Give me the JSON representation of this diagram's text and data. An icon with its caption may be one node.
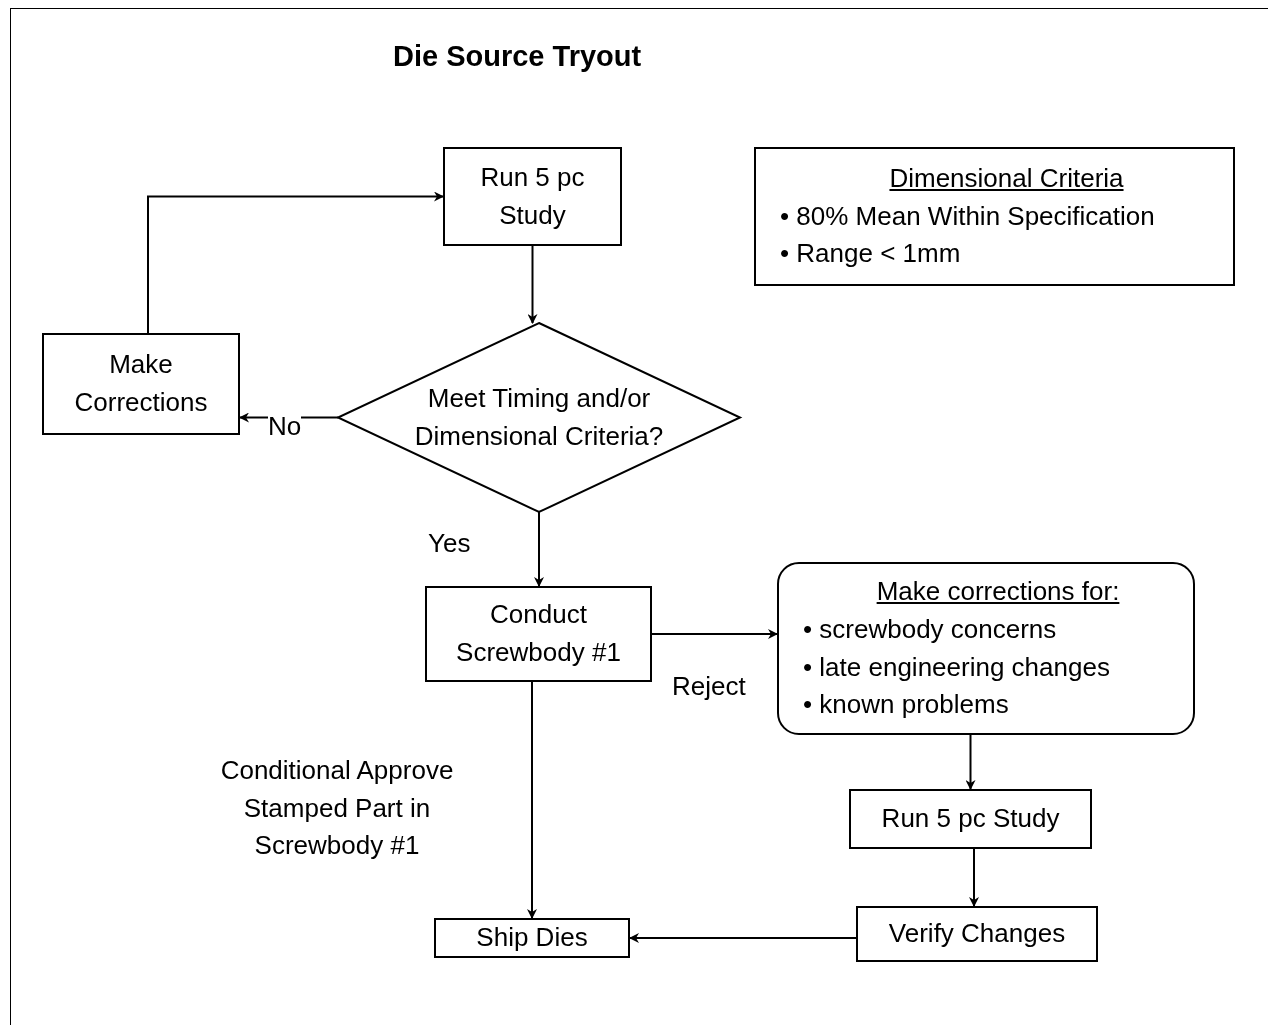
{
  "diagram": {
    "title": "Die Source Tryout",
    "nodes": [
      {
        "text": [
          "Run 5 pc Study"
        ]
      },
      {
        "text": [
          "Dimensional Criteria",
          "• 80% Mean Within Specification",
          "• Range < 1mm"
        ]
      },
      {
        "text": [
          "Meet Timing and/or Dimensional Criteria?"
        ]
      },
      {
        "text": [
          "Make Corrections"
        ]
      },
      {
        "text": [
          "Conduct Screwbody #1"
        ]
      },
      {
        "text": [
          "Make corrections for:",
          "• screwbody  concerns",
          "• late engineering changes",
          "• known problems"
        ]
      },
      {
        "text": [
          "Run 5 pc Study"
        ]
      },
      {
        "text": [
          "Verify Changes"
        ]
      },
      {
        "text": [
          "Ship Dies"
        ]
      }
    ],
    "edges": [
      {
        "from": 0,
        "to": 2,
        "arrow": "to"
      },
      {
        "from": 2,
        "to": 3,
        "arrow": "to",
        "label": "No"
      },
      {
        "from": 3,
        "to": 0,
        "arrow": "to"
      },
      {
        "from": 2,
        "to": 4,
        "arrow": "to",
        "label": "Yes"
      },
      {
        "from": 4,
        "to": 5,
        "arrow": "to",
        "label": "Reject"
      },
      {
        "from": 4,
        "to": 8,
        "arrow": "to",
        "label": "Conditional Approve Stamped Part in Screwbody #1"
      },
      {
        "from": 5,
        "to": 6,
        "arrow": "to"
      },
      {
        "from": 6,
        "to": 7,
        "arrow": "to"
      },
      {
        "from": 7,
        "to": 8,
        "arrow": "to"
      }
    ]
  }
}
